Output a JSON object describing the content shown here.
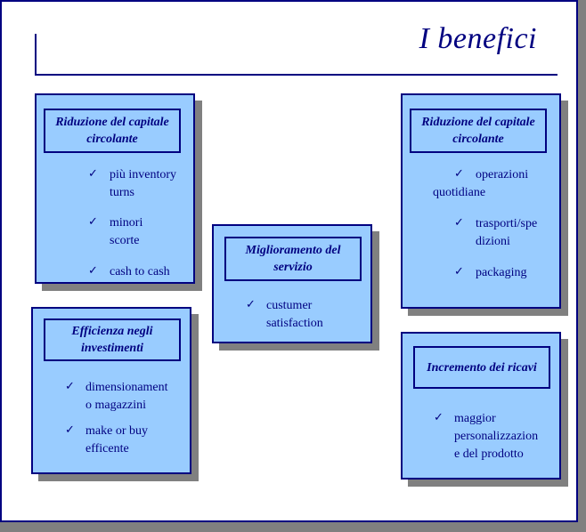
{
  "slide": {
    "title": "I benefici",
    "colors": {
      "accent": "#000080",
      "card_fill": "#99ccff",
      "shadow": "#808080",
      "background": "#ffffff"
    }
  },
  "cards": [
    {
      "title": "Riduzione del capitale circolante",
      "items": [
        "più inventory turns",
        "minori scorte",
        "cash to cash"
      ]
    },
    {
      "title": "Efficienza negli investimenti",
      "items": [
        "dimensionamento magazzini",
        "make or buy efficente"
      ]
    },
    {
      "title": "Miglioramento del servizio",
      "items": [
        "custumer satisfaction"
      ]
    },
    {
      "title": "Riduzione del capitale circolante",
      "items": [
        "operazioni quotidiane",
        "trasporti/spedizioni",
        "packaging"
      ]
    },
    {
      "title": "Incremento dei ricavi",
      "items": [
        "maggior personalizzazione del prodotto"
      ]
    }
  ],
  "lines": {
    "c0i0a": "più inventory",
    "c0i0b": "turns",
    "c0i1a": "minori",
    "c0i1b": "scorte",
    "c0i2a": "cash to cash",
    "c1i0a": "dimensionament",
    "c1i0b": "o magazzini",
    "c1i1a": "make or buy",
    "c1i1b": "efficente",
    "c2i0a": "custumer",
    "c2i0b": "satisfaction",
    "c3i0a": "operazioni",
    "c3i0b": "quotidiane",
    "c3i1a": "trasporti/spe",
    "c3i1b": "dizioni",
    "c3i2a": "packaging",
    "c4i0a": "maggior",
    "c4i0b": "personalizzazion",
    "c4i0c": "e del prodotto"
  },
  "icons": {
    "bullet": "check-icon",
    "glyph": "✓"
  }
}
